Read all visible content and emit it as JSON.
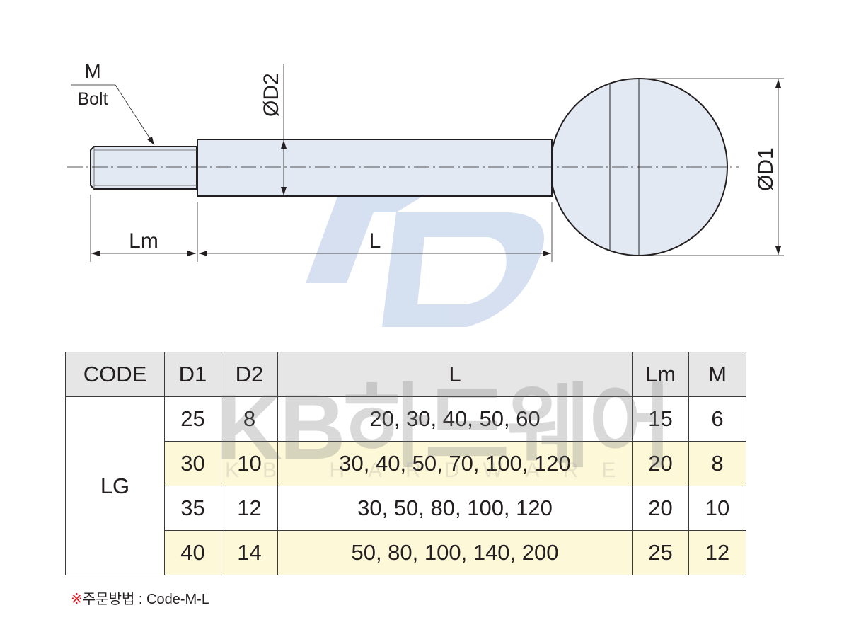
{
  "drawing": {
    "labels": {
      "m": "M",
      "bolt": "Bolt",
      "d2": "ØD2",
      "d1": "ØD1",
      "lm": "Lm",
      "l": "L"
    },
    "watermark_logo": "KB",
    "colors": {
      "part_fill": "#e3e9f3",
      "logo": "#c8d6ec",
      "line": "#231f20"
    }
  },
  "table": {
    "headers": [
      "CODE",
      "D1",
      "D2",
      "L",
      "Lm",
      "M"
    ],
    "code": "LG",
    "rows": [
      {
        "d1": "25",
        "d2": "8",
        "l": "20, 30, 40, 50, 60",
        "lm": "15",
        "m": "6"
      },
      {
        "d1": "30",
        "d2": "10",
        "l": "30, 40, 50, 70, 100, 120",
        "lm": "20",
        "m": "8"
      },
      {
        "d1": "35",
        "d2": "12",
        "l": "30, 50, 80, 100, 120",
        "lm": "20",
        "m": "10"
      },
      {
        "d1": "40",
        "d2": "14",
        "l": "50, 80, 100, 140, 200",
        "lm": "25",
        "m": "12"
      }
    ],
    "watermark": "KB하드웨어",
    "watermark_sub": "KB HARDWARE",
    "colors": {
      "header": "#e6e6e6",
      "highlight": "#fdf8d8"
    }
  },
  "note": {
    "mark": "※",
    "label": "주문방법",
    "separator": " : ",
    "value": "Code-M-L"
  }
}
